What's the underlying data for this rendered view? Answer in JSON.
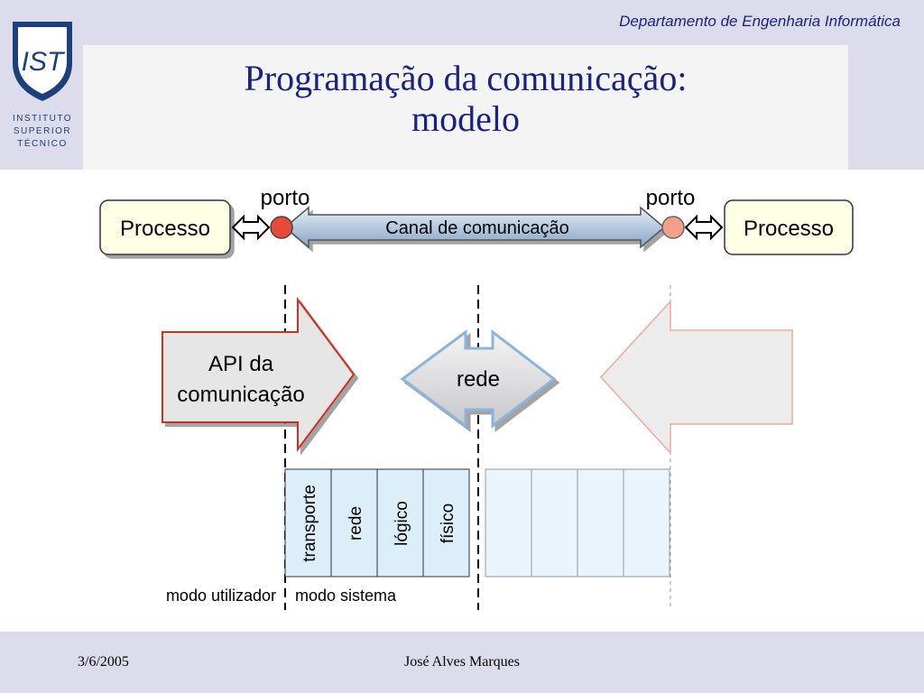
{
  "header": {
    "department": "Departamento de Engenharia Informática",
    "title_line1": "Programação da comunicação:",
    "title_line2": "modelo"
  },
  "logo": {
    "monogram": "IST",
    "text_line1": "INSTITUTO",
    "text_line2": "SUPERIOR",
    "text_line3": "TÉCNICO"
  },
  "diagram": {
    "process_left": "Processo",
    "process_right": "Processo",
    "port_left": "porto",
    "port_right": "porto",
    "channel": "Canal de comunicação",
    "api_line1": "API da",
    "api_line2": "comunicação",
    "network": "rede",
    "layers": [
      "transporte",
      "rede",
      "lógico",
      "físico"
    ],
    "mode_user": "modo utilizador",
    "mode_system": "modo sistema"
  },
  "footer": {
    "date": "3/6/2005",
    "author": "José Alves Marques"
  },
  "colors": {
    "title": "#1a237e",
    "header_band": "#dcdcec",
    "process_fill": "#ffffe6",
    "port_left": "#e84a3a",
    "port_right": "#f2a08c",
    "api_border": "#cc3322",
    "layer_fill": "#dbeefa"
  }
}
